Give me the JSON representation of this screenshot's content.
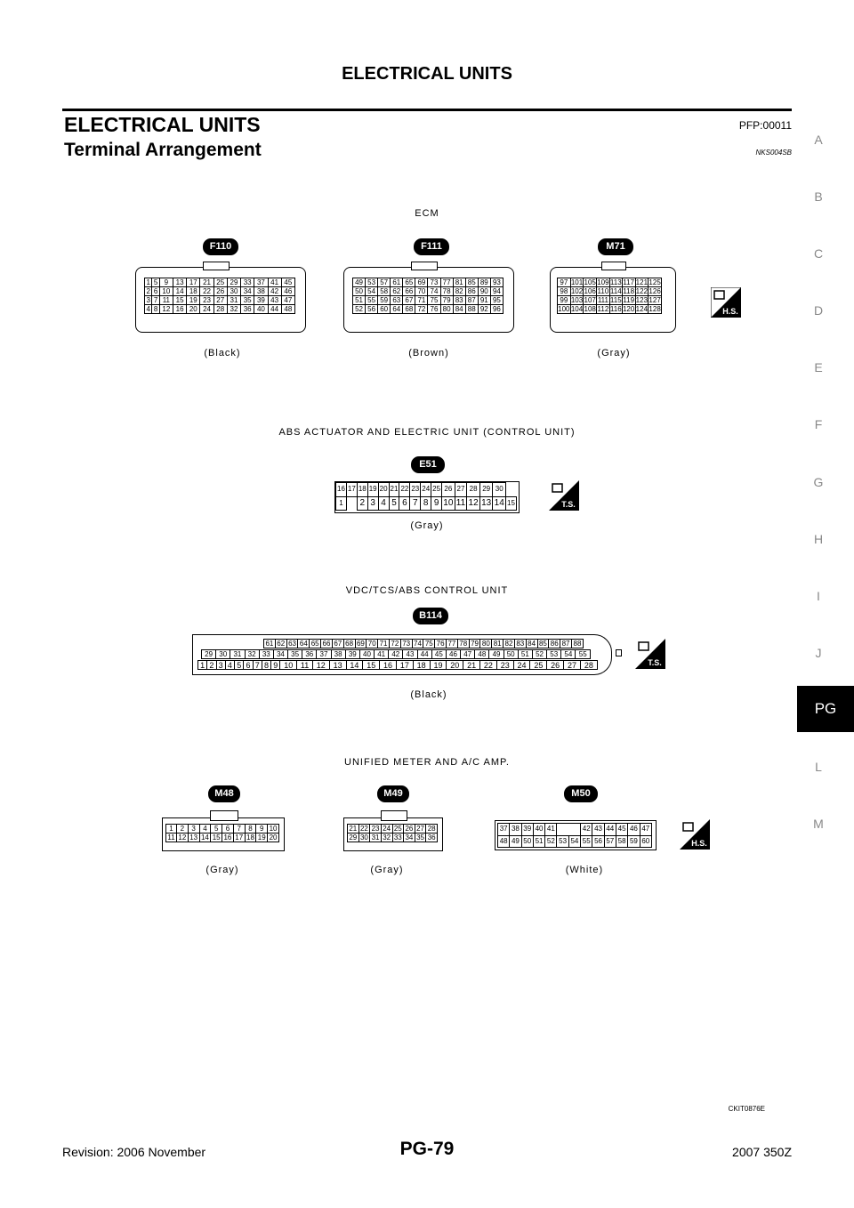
{
  "header": {
    "title": "ELECTRICAL UNITS"
  },
  "section": {
    "title": "ELECTRICAL UNITS",
    "code": "PFP:00011"
  },
  "subsection": {
    "title": "Terminal Arrangement",
    "code": "NKS004SB"
  },
  "sidebar": {
    "tabs": [
      "A",
      "B",
      "C",
      "D",
      "E",
      "F",
      "G",
      "H",
      "I",
      "J",
      "PG",
      "L",
      "M"
    ],
    "active": "PG"
  },
  "ecm": {
    "caption": "ECM",
    "f110": {
      "tag": "F110",
      "color": "(Black)",
      "rows": [
        [
          "1",
          "5",
          "9",
          "13",
          "17",
          "21",
          "25",
          "29",
          "33",
          "37",
          "41",
          "45"
        ],
        [
          "2",
          "6",
          "10",
          "14",
          "18",
          "22",
          "26",
          "30",
          "34",
          "38",
          "42",
          "46"
        ],
        [
          "3",
          "7",
          "11",
          "15",
          "19",
          "23",
          "27",
          "31",
          "35",
          "39",
          "43",
          "47"
        ],
        [
          "4",
          "8",
          "12",
          "16",
          "20",
          "24",
          "28",
          "32",
          "36",
          "40",
          "44",
          "48"
        ]
      ]
    },
    "f111": {
      "tag": "F111",
      "color": "(Brown)",
      "rows": [
        [
          "49",
          "53",
          "57",
          "61",
          "65",
          "69",
          "73",
          "77",
          "81",
          "85",
          "89",
          "93"
        ],
        [
          "50",
          "54",
          "58",
          "62",
          "66",
          "70",
          "74",
          "78",
          "82",
          "86",
          "90",
          "94"
        ],
        [
          "51",
          "55",
          "59",
          "63",
          "67",
          "71",
          "75",
          "79",
          "83",
          "87",
          "91",
          "95"
        ],
        [
          "52",
          "56",
          "60",
          "64",
          "68",
          "72",
          "76",
          "80",
          "84",
          "88",
          "92",
          "96"
        ]
      ]
    },
    "m71": {
      "tag": "M71",
      "color": "(Gray)",
      "rows": [
        [
          "97",
          "101",
          "105",
          "109",
          "113",
          "117",
          "121",
          "125"
        ],
        [
          "98",
          "102",
          "106",
          "110",
          "114",
          "118",
          "122",
          "126"
        ],
        [
          "99",
          "103",
          "107",
          "111",
          "115",
          "119",
          "123",
          "127"
        ],
        [
          "100",
          "104",
          "108",
          "112",
          "116",
          "120",
          "124",
          "128"
        ]
      ]
    },
    "badge": "H.S."
  },
  "abs": {
    "caption": "ABS ACTUATOR AND ELECTRIC UNIT (CONTROL UNIT)",
    "e51": {
      "tag": "E51",
      "color": "(Gray)",
      "left": [
        "16",
        "1"
      ],
      "top": [
        "17",
        "18",
        "19",
        "20",
        "21",
        "22",
        "23",
        "24",
        "25",
        "26",
        "27",
        "28",
        "29"
      ],
      "bottom": [
        "2",
        "3",
        "4",
        "5",
        "6",
        "7",
        "8",
        "9",
        "10",
        "11",
        "12",
        "13",
        "14"
      ],
      "right": [
        "30",
        "15"
      ]
    },
    "badge": "T.S."
  },
  "vdc": {
    "caption": "VDC/TCS/ABS CONTROL UNIT",
    "b114": {
      "tag": "B114",
      "color": "(Black)",
      "row1": [
        "61",
        "62",
        "63",
        "64",
        "65",
        "66",
        "67",
        "68",
        "69",
        "70",
        "71",
        "72",
        "73",
        "74",
        "75",
        "76",
        "77",
        "78",
        "79",
        "80",
        "81",
        "82",
        "83",
        "84",
        "85",
        "86",
        "87",
        "88"
      ],
      "row2a": [
        "29",
        "30",
        "31",
        "32",
        "33",
        "34"
      ],
      "row2b": [
        "35",
        "36",
        "37",
        "38",
        "39",
        "40",
        "41",
        "42",
        "43",
        "44",
        "45",
        "46",
        "47",
        "48"
      ],
      "row2c": [
        "49",
        "50",
        "51",
        "52",
        "53",
        "54",
        "55"
      ],
      "row3a": [
        "1",
        "2",
        "3",
        "4",
        "5",
        "6"
      ],
      "row3b": [
        "7",
        "8",
        "9",
        "10",
        "11",
        "12",
        "13",
        "14",
        "15",
        "16",
        "17",
        "18",
        "19",
        "20",
        "21"
      ],
      "row3c": [
        "22",
        "23",
        "24",
        "25",
        "26",
        "27",
        "28"
      ]
    },
    "badge": "T.S."
  },
  "meter": {
    "caption": "UNIFIED METER AND A/C AMP.",
    "m48": {
      "tag": "M48",
      "color": "(Gray)",
      "rows": [
        [
          "1",
          "2",
          "3",
          "4",
          "5",
          "6",
          "7",
          "8",
          "9",
          "10"
        ],
        [
          "11",
          "12",
          "13",
          "14",
          "15",
          "16",
          "17",
          "18",
          "19",
          "20"
        ]
      ]
    },
    "m49": {
      "tag": "M49",
      "color": "(Gray)",
      "rows": [
        [
          "21",
          "22",
          "23",
          "24",
          "25",
          "26",
          "27",
          "28"
        ],
        [
          "29",
          "30",
          "31",
          "32",
          "33",
          "34",
          "35",
          "36"
        ]
      ]
    },
    "m50": {
      "tag": "M50",
      "color": "(White)",
      "row1a": [
        "37",
        "38",
        "39",
        "40",
        "41"
      ],
      "row1b": [
        "42",
        "43",
        "44",
        "45",
        "46",
        "47"
      ],
      "row2": [
        "48",
        "49",
        "50",
        "51",
        "52",
        "53",
        "54",
        "55",
        "56",
        "57",
        "58",
        "59",
        "60"
      ]
    },
    "badge": "H.S."
  },
  "figure_code": "CKIT0876E",
  "footer": {
    "revision": "Revision: 2006 November",
    "page": "PG-79",
    "model": "2007 350Z"
  }
}
